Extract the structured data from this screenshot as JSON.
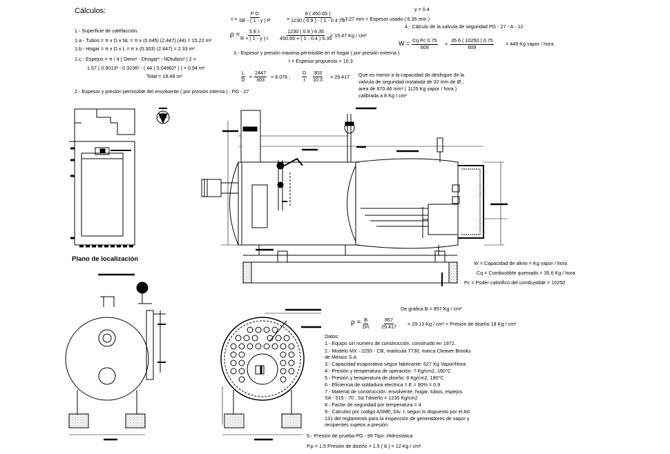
{
  "calc": {
    "title": "Cálculos:",
    "s1": "1.- Superficie de calefacción.",
    "s1a": "1.a.- Tubos = π x D x NL = π x (0.045) (2.447) (44) = 15.22 m²",
    "s1b": "1.b.- Hogar = π x D x L = π x (0.303) (2.447) = 2.33 m²",
    "s1c": "1.c.- Espejos = π / 4 ( Denv² - Dhogar² - NDtubos² ) 2 =",
    "s1c2": "1.57 ( 0.9013² - 0.3236² - ( 44 ( 0.04962² ) ) = 0.94 m²",
    "total": "Total = 18.49 m²",
    "s2": "2.- Espesor y presión permisible del envolvente ( por presión interna ) ; PG - 27",
    "t_lhs": "t =",
    "t_num1": "P D",
    "t_den1": "SE - ( 1 - y ) P",
    "t_eq": "=",
    "t_num2": "8 ( 450.65 )",
    "t_den2": "1230 ( 0.9 ) - ( 1 - 0.4 ) 8",
    "t_res": "= 3.27 mm < Espesor usado ( 6.35 mm )",
    "rho_lhs": "ρ =",
    "rho_num1": "S E t",
    "rho_den1": "R + ( 1 - y ) t",
    "rho_num2": "1230 ( 0.9 ) 6.35",
    "rho_den2": "450.65 + ( 1 - 0.4 ) 6.35",
    "rho_res": "= 15.47 Kg / cm²",
    "s3": "3.- Espesor y presión maxima permisible en el hogar ( por presión externa )",
    "s3t": "t = Espesor propuesto = 10.3",
    "ld_num": "L",
    "ld_eq": "=",
    "ld_n2": "2447",
    "ld_den": "D",
    "ld_d2": "303",
    "ld_res": "= 8.076 ;",
    "dt_num": "D",
    "dt_n2": "303",
    "dt_den": "t",
    "dt_d2": "10.3",
    "dt_res": "= 29.417",
    "y": "y = 0.4",
    "s4": "4.- Cálculo de la valvula de seguridad PG - 27 - A - 12",
    "w_lhs": "W =",
    "w_num1": "Cq    Pc   0.75",
    "w_den1": "609",
    "w_eq": "=",
    "w_num2": "35.6 ( 10250 ) 0.75",
    "w_den2": "609",
    "w_res": "= 449 Kg vapor / hora",
    "note1": "Que es menor a la capacidad de desfogue de la",
    "note2": "valvula de seguridad instalada de 32 mm de Ø ;",
    "note3": "area de 870.46 mm² ( 1125 Kg vapor / hora )",
    "note4": "calibrada a 8 Kg / cm²"
  },
  "legend": {
    "w": "W = Capacidad de alivio = Kg vapor / hora",
    "cq": "Cq = Combustible quemado = 35.6 Kg / hora",
    "pc": "Pc = Poder calorifico del combustible = 10250"
  },
  "graph": {
    "b": "De grafica B = 857 Kg / cm²",
    "rho": "ρ =",
    "num": "B",
    "den": "D/t",
    "num2": "857",
    "den2": "29.417",
    "res": "= 29.13 Kg / cm²  > Presión de diseño 18 Kg / cm²"
  },
  "datos": {
    "title": "Datos:",
    "items": [
      "1.- Equipo sin numero de construcción, construido en 1972.",
      "2.- Modelo MX - 2293 - CB, matricula 7730, marca Cleaver Brooks",
      "      de México S.A",
      "3.- Capacidad evaporativa segun fabricante: 627 Kg Vapor/Hora.",
      "4.- Presión y temperatura de operación: 7 Kg/cm2, 160°C",
      "5.- Presión y temperatura de diseño: 8 Kg/cm2, 180°C",
      "6.- Eficiencia de soldadura electrica = E = 90% = 0.9",
      "7.- Material de construcción: envolvente, hogar, tubos, espejos",
      "      SA - 515 - 70 ,  Sa Tdiseño = 1230 Kg/cm2",
      "8.- Factor de seguridad por temperatura = 4",
      "9.- Calculos por codigo ASME, Div. I, segun lo dispuesto por el Art.",
      "      131 del reglamento para la inspección de generadores de vapor y",
      "      recipientes sujetos a presión."
    ],
    "s5": "5.- Presión de prueba  PG - 99   Tipo: Hidrostatica",
    "pp": "P.p = 1.5 Presión de diseño = 1.5 ( 8 ) = 12 Kg / cm²"
  },
  "plano": "Plano de localización"
}
